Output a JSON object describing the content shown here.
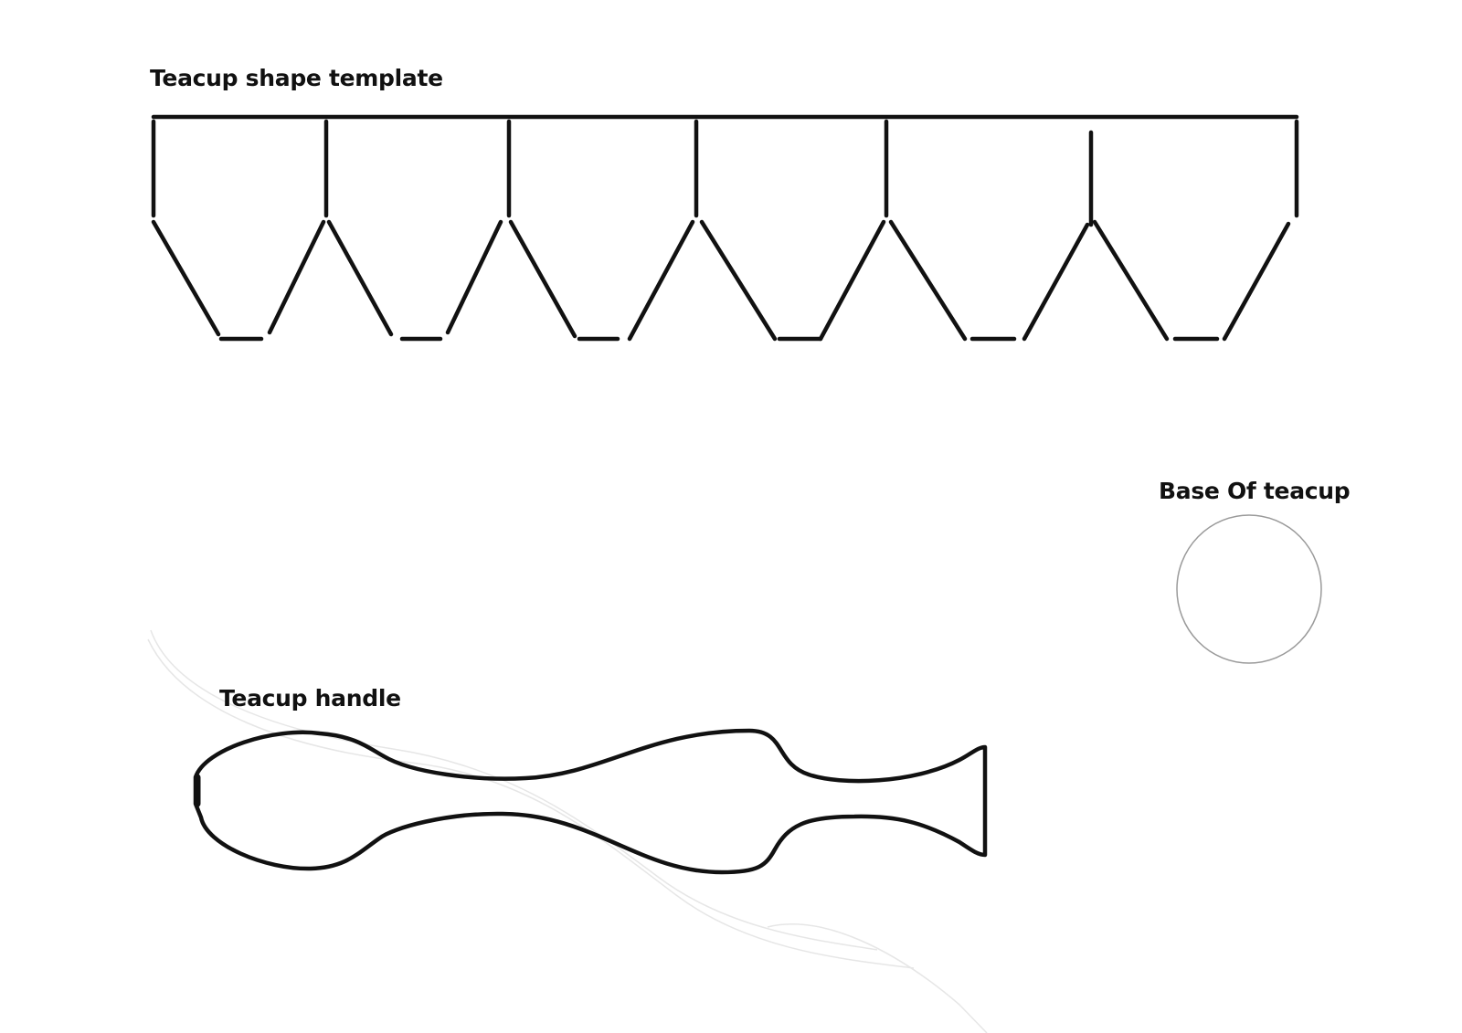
{
  "labels": {
    "template_title": "Teacup shape template",
    "base_title": "Base Of teacup",
    "handle_title": "Teacup handle"
  },
  "colors": {
    "line": "#111111",
    "base_circle": "#9a9a9a",
    "background": "#ffffff"
  },
  "template": {
    "panel_count": 6
  }
}
